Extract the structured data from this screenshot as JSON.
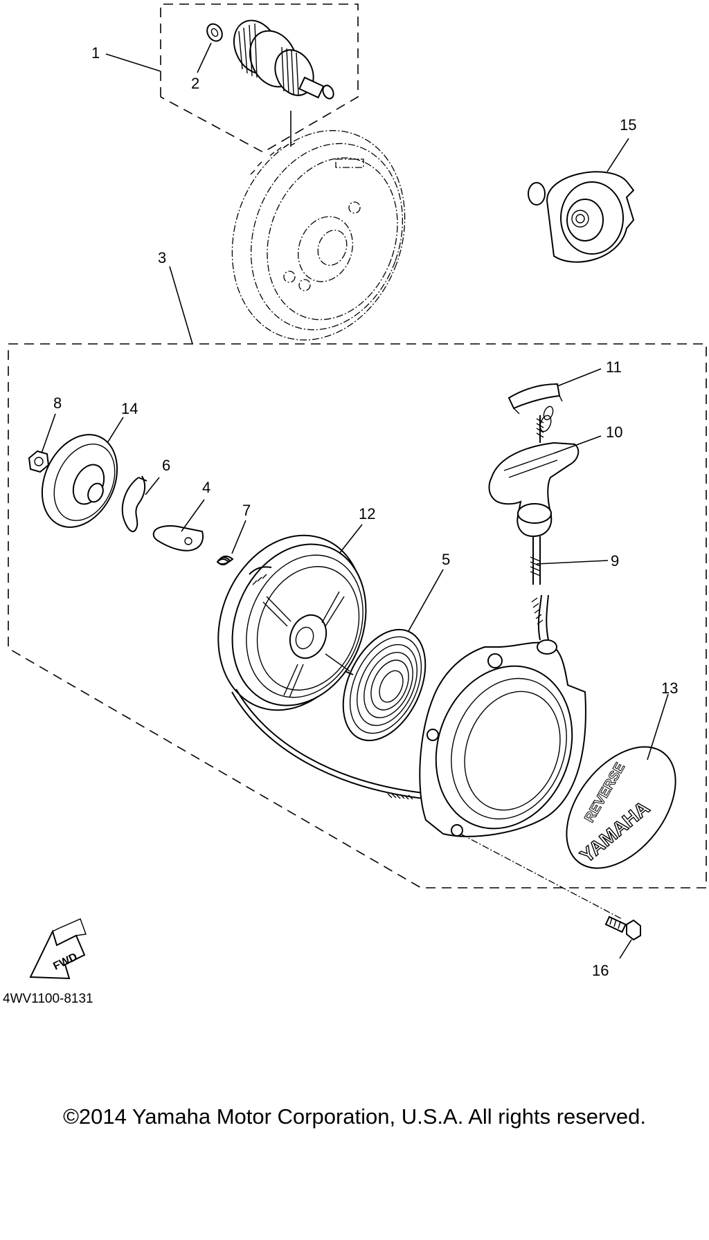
{
  "callouts": {
    "c1": "1",
    "c2": "2",
    "c3": "3",
    "c4": "4",
    "c5": "5",
    "c6": "6",
    "c7": "7",
    "c8": "8",
    "c9": "9",
    "c10": "10",
    "c11": "11",
    "c12": "12",
    "c13": "13",
    "c14": "14",
    "c15": "15",
    "c16": "16"
  },
  "fwd_label": "FWD",
  "diagram_code": "4WV1100-8131",
  "emblem": {
    "top_text": "REVERSE",
    "brand_text": "YAMAHA"
  },
  "copyright": "©2014 Yamaha Motor Corporation, U.S.A. All rights reserved."
}
